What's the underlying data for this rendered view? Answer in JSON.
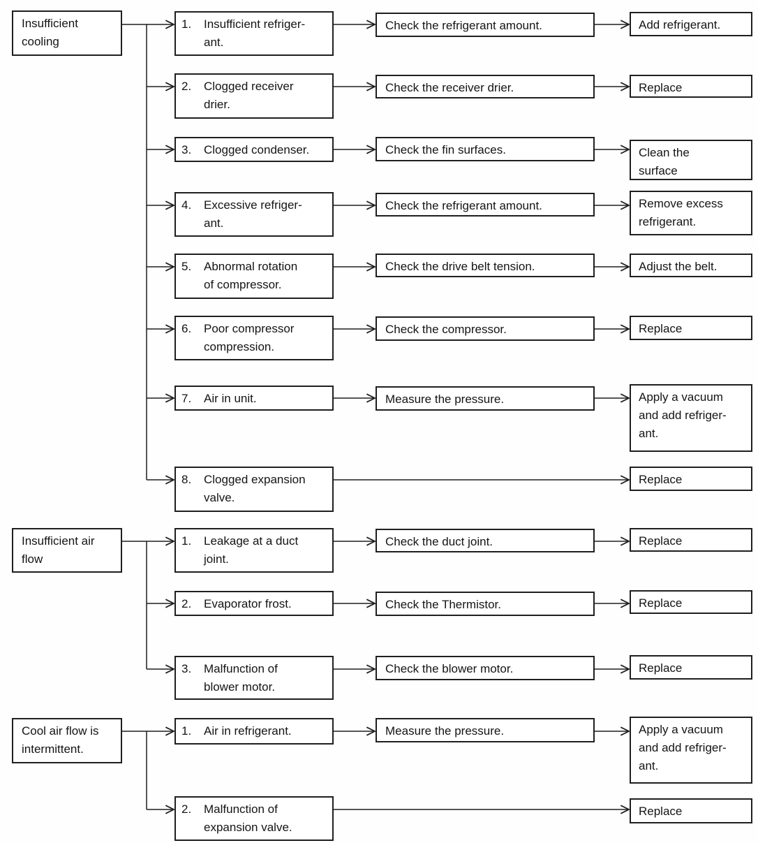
{
  "diagram": {
    "type": "troubleshooting-flowchart",
    "colors": {
      "line": "#1f1f1f",
      "box_border": "#1f1f1f",
      "text": "#141414",
      "background": "#fefefe"
    },
    "flows": [
      {
        "problem": "Insufficient\ncooling",
        "rows": [
          {
            "num": "1.",
            "cause": "Insufficient refriger-\nant.",
            "check": "Check the refrigerant amount.",
            "remedy": "Add refrigerant."
          },
          {
            "num": "2.",
            "cause": "Clogged receiver\ndrier.",
            "check": "Check the receiver drier.",
            "remedy": "Replace"
          },
          {
            "num": "3.",
            "cause": "Clogged condenser.",
            "check": "Check the fin surfaces.",
            "remedy": "Clean the\nsurface"
          },
          {
            "num": "4.",
            "cause": "Excessive refriger-\nant.",
            "check": "Check the refrigerant amount.",
            "remedy": "Remove excess\nrefrigerant."
          },
          {
            "num": "5.",
            "cause": "Abnormal rotation\nof compressor.",
            "check": "Check the drive belt tension.",
            "remedy": "Adjust the belt."
          },
          {
            "num": "6.",
            "cause": "Poor compressor\ncompression.",
            "check": "Check the compressor.",
            "remedy": "Replace"
          },
          {
            "num": "7.",
            "cause": "Air in unit.",
            "check": "Measure the pressure.",
            "remedy": "Apply a vacuum\nand add refriger-\nant."
          },
          {
            "num": "8.",
            "cause": "Clogged expansion\nvalve.",
            "check": null,
            "remedy": "Replace"
          }
        ]
      },
      {
        "problem": "Insufficient air\nflow",
        "rows": [
          {
            "num": "1.",
            "cause": "Leakage at a duct\njoint.",
            "check": "Check the duct joint.",
            "remedy": "Replace"
          },
          {
            "num": "2.",
            "cause": "Evaporator frost.",
            "check": "Check the Thermistor.",
            "remedy": "Replace"
          },
          {
            "num": "3.",
            "cause": "Malfunction of\nblower motor.",
            "check": "Check the blower motor.",
            "remedy": "Replace"
          }
        ]
      },
      {
        "problem": "Cool air flow is\nintermittent.",
        "rows": [
          {
            "num": "1.",
            "cause": "Air in refrigerant.",
            "check": "Measure the pressure.",
            "remedy": "Apply a vacuum\nand add refriger-\nant."
          },
          {
            "num": "2.",
            "cause": "Malfunction of\nexpansion valve.",
            "check": null,
            "remedy": "Replace"
          }
        ]
      }
    ]
  }
}
